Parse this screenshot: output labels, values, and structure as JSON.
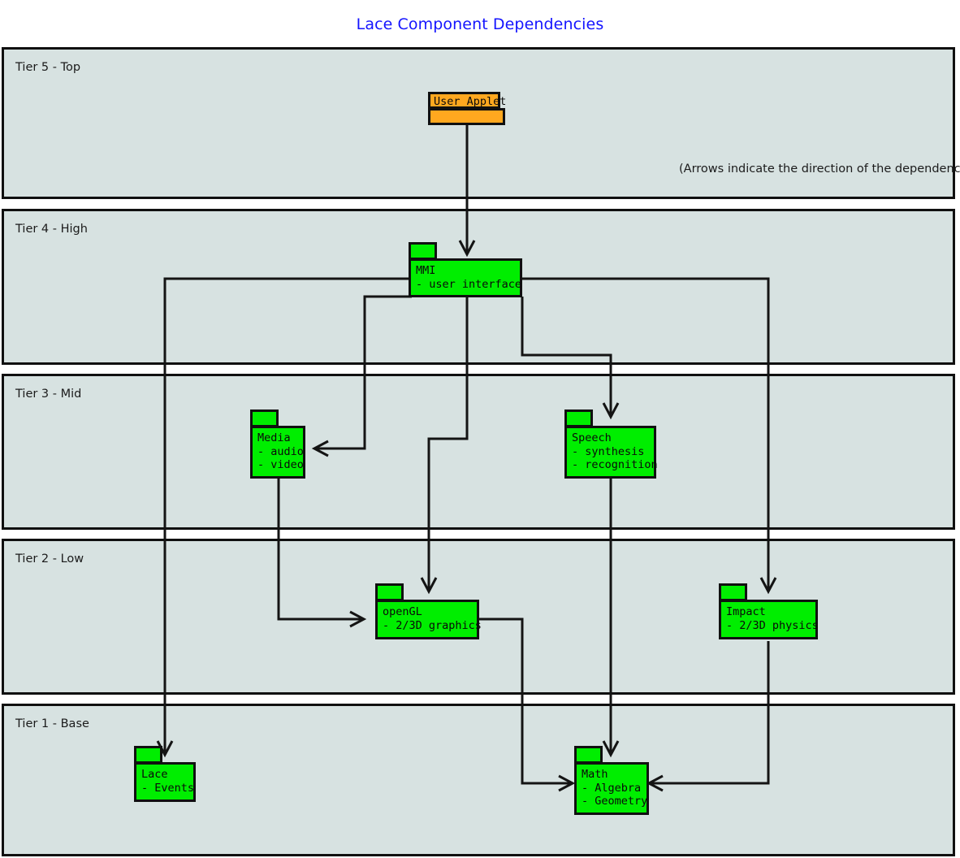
{
  "title": "Lace Component Dependencies",
  "note": "(Arrows indicate the direction of the dependency)",
  "colors": {
    "title": "#1414ff",
    "tier_fill": "#d7e2e1",
    "stroke": "#141414",
    "package_green": "#00ee00",
    "package_orange": "#ffa81f"
  },
  "tiers": [
    {
      "id": "tier5",
      "label": "Tier 5 - Top"
    },
    {
      "id": "tier4",
      "label": "Tier 4 - High"
    },
    {
      "id": "tier3",
      "label": "Tier 3 - Mid"
    },
    {
      "id": "tier2",
      "label": "Tier 2 - Low"
    },
    {
      "id": "tier1",
      "label": "Tier 1 - Base"
    }
  ],
  "packages": [
    {
      "id": "user_applet",
      "name": "User Applet",
      "lines": [],
      "tier": "Tier 5 - Top",
      "color": "#ffa81f"
    },
    {
      "id": "mmi",
      "name": "MMI",
      "lines": [
        "- user interface"
      ],
      "tier": "Tier 4 - High",
      "color": "#00ee00"
    },
    {
      "id": "media",
      "name": "Media",
      "lines": [
        "- audio",
        "- video"
      ],
      "tier": "Tier 3 - Mid",
      "color": "#00ee00"
    },
    {
      "id": "speech",
      "name": "Speech",
      "lines": [
        "- synthesis",
        "- recognition"
      ],
      "tier": "Tier 3 - Mid",
      "color": "#00ee00"
    },
    {
      "id": "opengl",
      "name": "openGL",
      "lines": [
        "- 2/3D graphics"
      ],
      "tier": "Tier 2 - Low",
      "color": "#00ee00"
    },
    {
      "id": "impact",
      "name": "Impact",
      "lines": [
        "- 2/3D physics"
      ],
      "tier": "Tier 2 - Low",
      "color": "#00ee00"
    },
    {
      "id": "lace",
      "name": "Lace",
      "lines": [
        "- Events"
      ],
      "tier": "Tier 1 - Base",
      "color": "#00ee00"
    },
    {
      "id": "math",
      "name": "Math",
      "lines": [
        "- Algebra",
        "- Geometry"
      ],
      "tier": "Tier 1 - Base",
      "color": "#00ee00"
    }
  ],
  "dependencies": [
    {
      "from": "User Applet",
      "to": "MMI"
    },
    {
      "from": "MMI",
      "to": "Media"
    },
    {
      "from": "MMI",
      "to": "Speech"
    },
    {
      "from": "MMI",
      "to": "openGL"
    },
    {
      "from": "MMI",
      "to": "Impact"
    },
    {
      "from": "MMI",
      "to": "Lace"
    },
    {
      "from": "Media",
      "to": "openGL"
    },
    {
      "from": "Speech",
      "to": "Math"
    },
    {
      "from": "openGL",
      "to": "Math"
    },
    {
      "from": "Impact",
      "to": "Math"
    }
  ]
}
